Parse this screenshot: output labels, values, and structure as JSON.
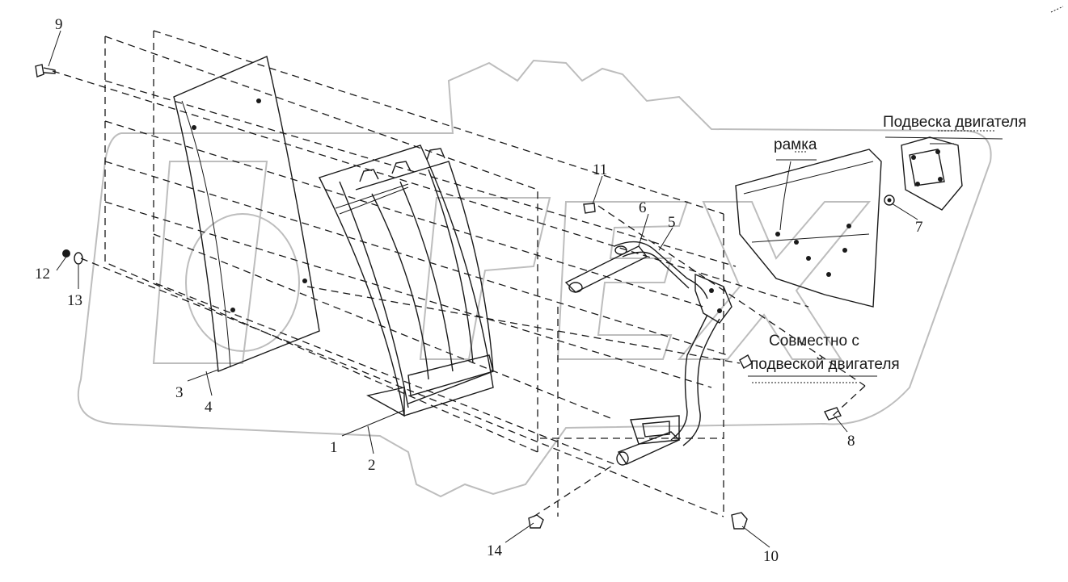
{
  "parts": {
    "p1": "1",
    "p2": "2",
    "p3": "3",
    "p4": "4",
    "p5": "5",
    "p6": "6",
    "p7": "7",
    "p8": "8",
    "p9": "9",
    "p10": "10",
    "p11": "11",
    "p12": "12",
    "p13": "13",
    "p14": "14"
  },
  "labels": {
    "engine_mount": "Подвеска двигателя",
    "frame": "рамка",
    "together_line1": "Совместно с",
    "together_line2": "подвеской двигателя"
  },
  "icons": {
    "watermark": "gear-logo-watermark"
  }
}
